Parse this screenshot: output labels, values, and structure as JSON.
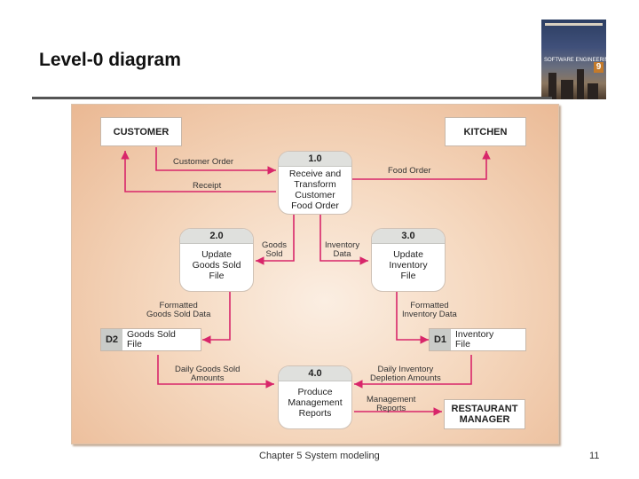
{
  "slide": {
    "title": "Level-0 diagram",
    "footer": "Chapter 5 System modeling",
    "page_number": "11"
  },
  "book_cover": {
    "title_text": "SOFTWARE ENGINEERING",
    "edition": "9"
  },
  "diagram": {
    "external_entities": {
      "customer": "CUSTOMER",
      "kitchen": "KITCHEN",
      "manager_line1": "RESTAURANT",
      "manager_line2": "MANAGER"
    },
    "processes": [
      {
        "id": "1.0",
        "lines": [
          "Receive and",
          "Transform",
          "Customer",
          "Food Order"
        ]
      },
      {
        "id": "2.0",
        "lines": [
          "Update",
          "Goods Sold",
          "File"
        ]
      },
      {
        "id": "3.0",
        "lines": [
          "Update",
          "Inventory",
          "File"
        ]
      },
      {
        "id": "4.0",
        "lines": [
          "Produce",
          "Management",
          "Reports"
        ]
      }
    ],
    "data_stores": [
      {
        "id": "D2",
        "lines": [
          "Goods Sold",
          "File"
        ]
      },
      {
        "id": "D1",
        "lines": [
          "Inventory",
          "File"
        ]
      }
    ],
    "flows": {
      "customer_order": "Customer Order",
      "receipt": "Receipt",
      "food_order": "Food Order",
      "goods_sold": [
        "Goods",
        "Sold"
      ],
      "inventory_data": [
        "Inventory",
        "Data"
      ],
      "formatted_goods": [
        "Formatted",
        "Goods Sold Data"
      ],
      "formatted_inventory": [
        "Formatted",
        "Inventory Data"
      ],
      "daily_goods": [
        "Daily Goods Sold",
        "Amounts"
      ],
      "daily_inventory": [
        "Daily Inventory",
        "Depletion Amounts"
      ],
      "mgmt_reports": [
        "Management",
        "Reports"
      ]
    },
    "colors": {
      "arrow": "#d8266a",
      "panel": "#f5d8bf",
      "header": "#dfe0dd"
    }
  }
}
